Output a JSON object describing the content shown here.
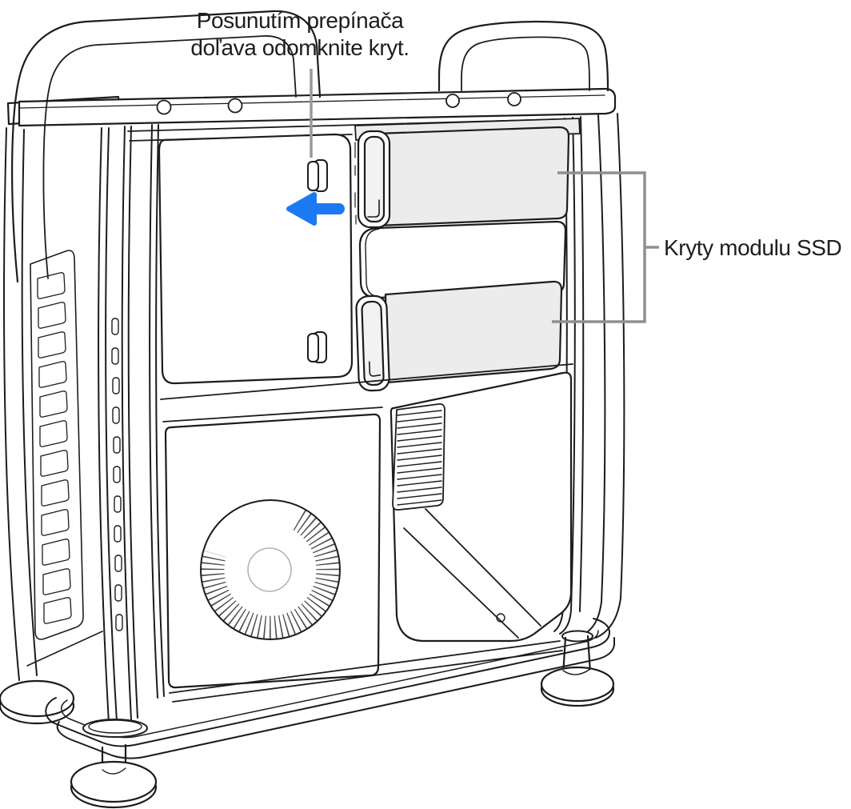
{
  "illustration": {
    "name": "mac-pro-side-open-illustration",
    "annotations": {
      "unlock_note": {
        "lines": [
          "Posunutím prepínača",
          "doľava odomknite kryt."
        ]
      },
      "ssd_label": "Kryty modulu SSD"
    },
    "icons": {
      "arrow": "arrow-left-icon"
    },
    "colors": {
      "line": "#1c1c1e",
      "panel_fill": "#ececec",
      "handle_inner_fill": "#f2f2f2",
      "hub_stroke": "#b4b4b4",
      "hatch": "#2a2a2a",
      "leader_line": "#9a9a9a",
      "callout_line": "#8f8f8f",
      "arrow_blue": "#1b7af2",
      "text": "#1d1d1f",
      "background": "#ffffff"
    }
  }
}
